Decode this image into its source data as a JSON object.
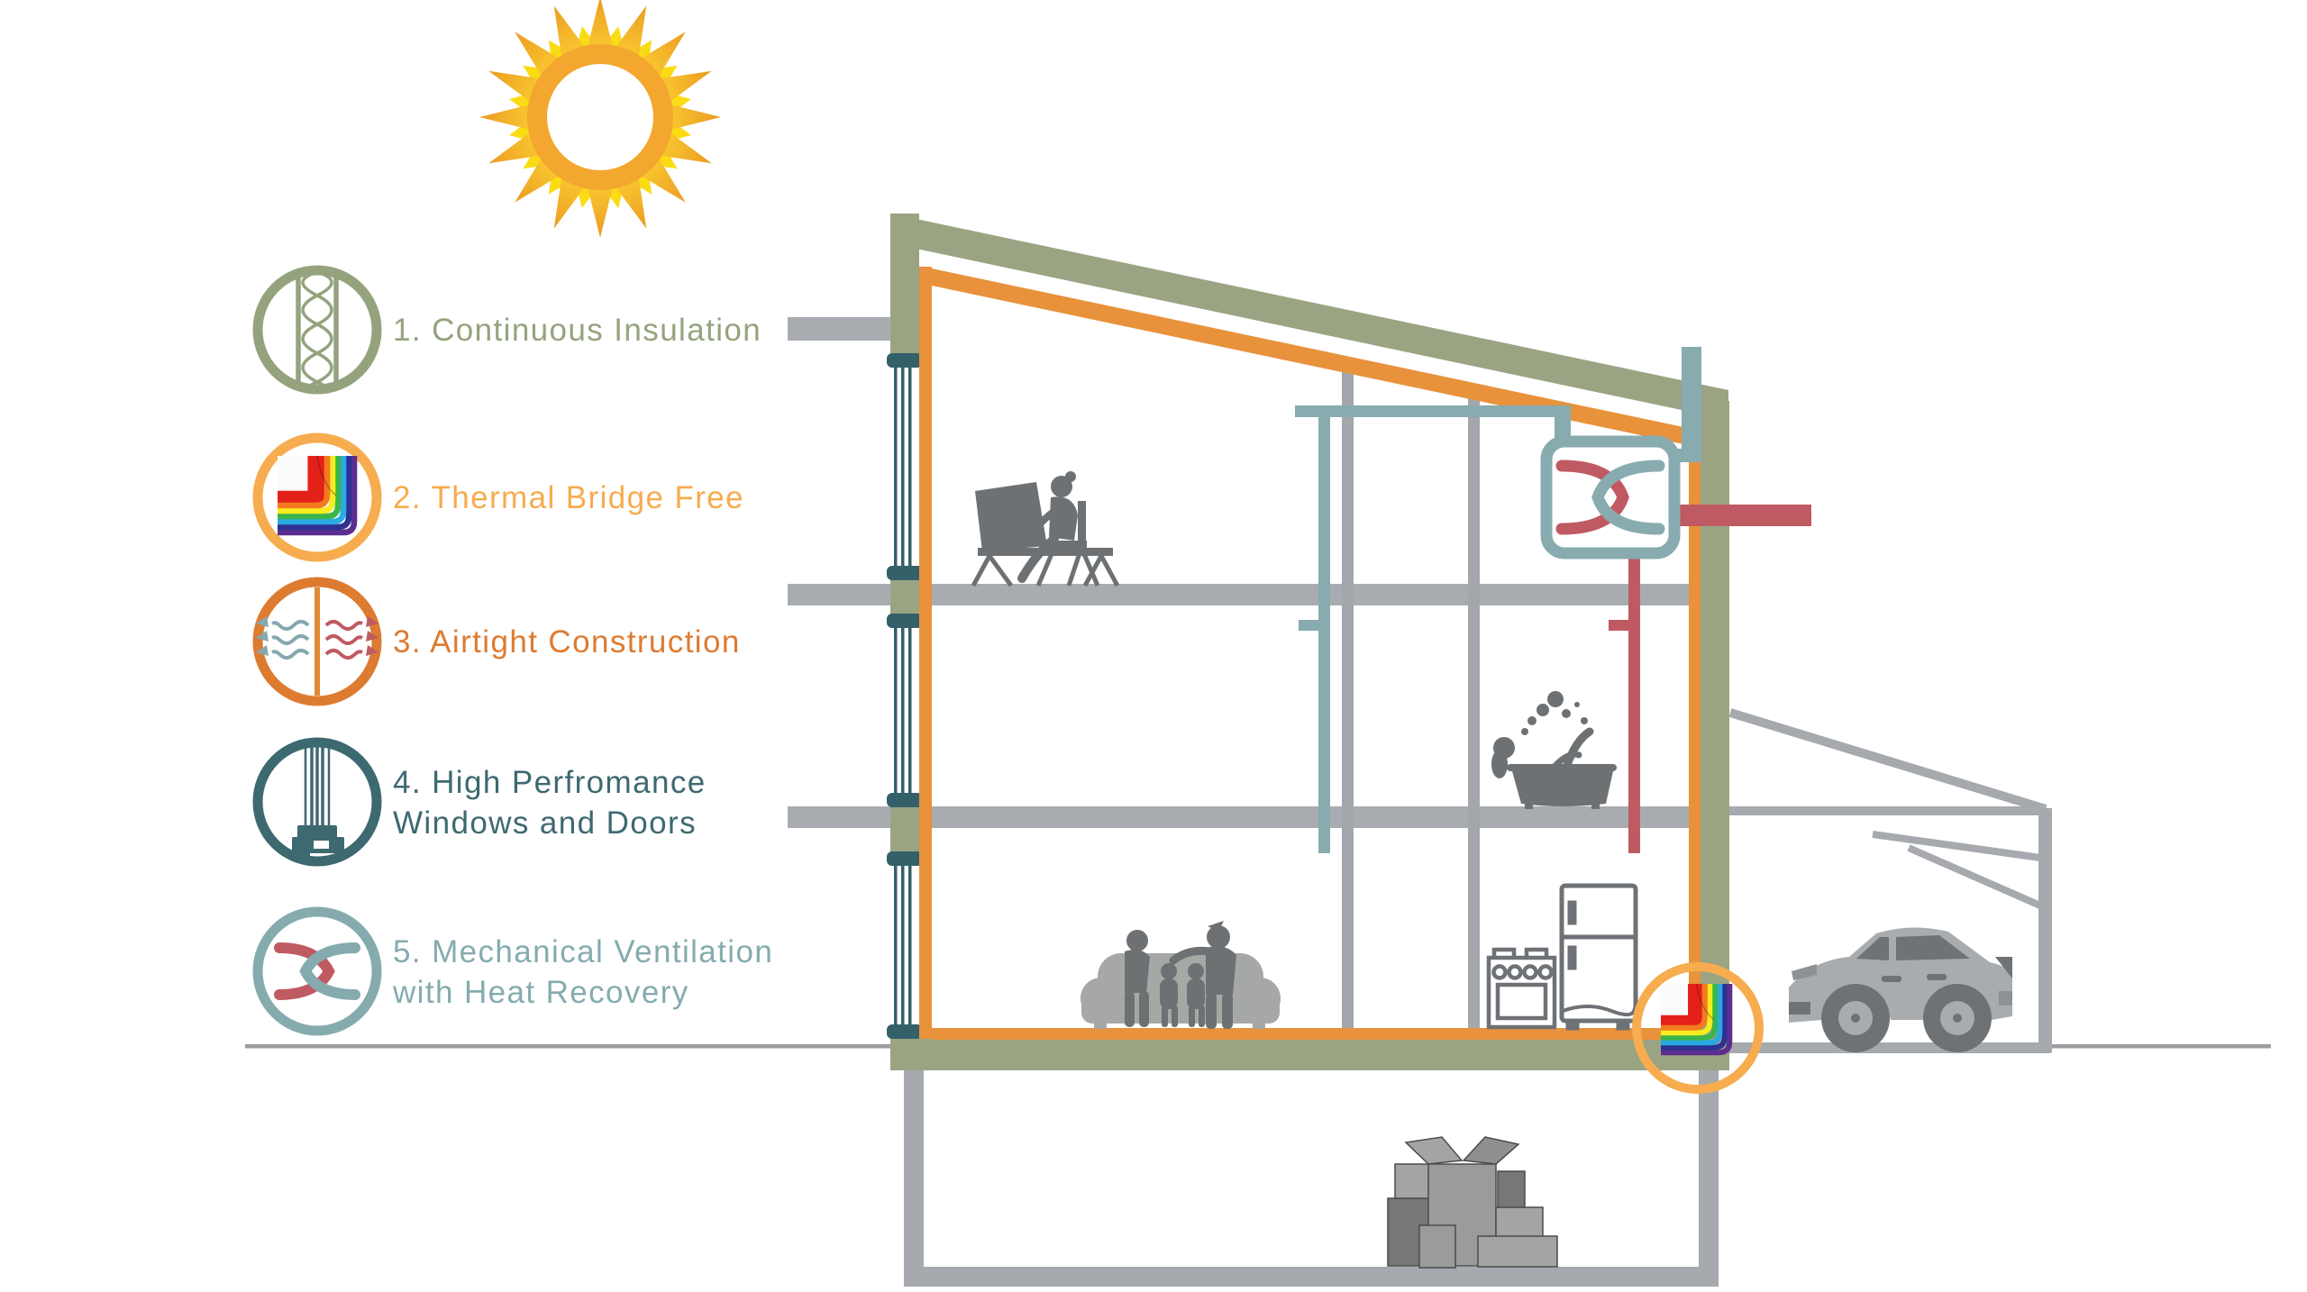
{
  "legend": {
    "items": [
      {
        "id": "continuous-insulation",
        "lines": [
          "1. Continuous Insulation"
        ],
        "color": "#94A37E",
        "icon": "insulation-batt-icon"
      },
      {
        "id": "thermal-bridge-free",
        "lines": [
          "2. Thermal Bridge Free"
        ],
        "color": "#F6AC4F",
        "icon": "thermal-corner-icon"
      },
      {
        "id": "airtight-construction",
        "lines": [
          "3. Airtight Construction"
        ],
        "color": "#DD7B31",
        "icon": "airtight-membrane-icon"
      },
      {
        "id": "high-performance-windows",
        "lines": [
          "4. High Perfromance",
          "Windows and Doors"
        ],
        "color": "#3D6970",
        "icon": "window-section-icon"
      },
      {
        "id": "mechanical-ventilation",
        "lines": [
          "5. Mechanical Ventilation",
          "with Heat Recovery"
        ],
        "color": "#85ABAF",
        "icon": "heat-exchanger-icon"
      }
    ]
  },
  "scene": {
    "sun": "sun-icon",
    "house": "passive-house-cross-section",
    "ventilation_unit": "heat-recovery-ventilator",
    "thermal_detail": "thermal-bridge-corner-detail",
    "garage": "garage-with-car",
    "basement": "basement-with-boxes",
    "ground": "ground-line"
  },
  "colors": {
    "insulation_green": "#94A37E",
    "thermal_orange_light": "#F6AC4F",
    "airtight_orange": "#DD7B31",
    "airtight_layer_orange": "#E8923C",
    "window_teal_dark": "#3D6970",
    "ventilation_teal_light": "#85ABAF",
    "supply_duct_teal": "#88ABB0",
    "extract_duct_red": "#C05A62",
    "wall_olive": "#9AA483",
    "slab_gray": "#A8ACB1",
    "silhouette_gray": "#6E7173",
    "ground_gray": "#9B9D9E",
    "sun_orange": "#F0A12C",
    "sun_yellow": "#FBDC14"
  }
}
